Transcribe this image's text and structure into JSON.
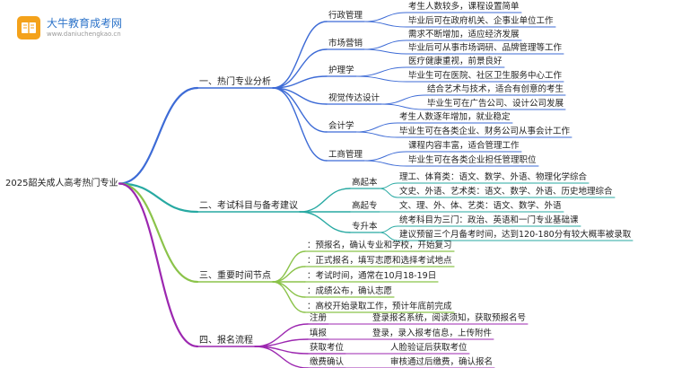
{
  "watermark": {
    "brand": "大牛教育成考网",
    "domain": "www.daniuchengkao.cn"
  },
  "colors": {
    "s1": "#3d6bd6",
    "s2": "#27a9a2",
    "s3": "#8bc34a",
    "s4": "#9c27b0"
  },
  "root": "2025韶关成人高考热门专业",
  "sections": [
    {
      "label": "一、热门专业分析",
      "children": [
        {
          "label": "行政管理",
          "leaves": [
            "考生人数较多，课程设置简单",
            "毕业后可在政府机关、企事业单位工作"
          ]
        },
        {
          "label": "市场营销",
          "leaves": [
            "需求不断增加，适应经济发展",
            "毕业后可从事市场调研、品牌管理等工作"
          ]
        },
        {
          "label": "护理学",
          "leaves": [
            "医疗健康重视，前景良好",
            "毕业生可在医院、社区卫生服务中心工作"
          ]
        },
        {
          "label": "视觉传达设计",
          "leaves": [
            "结合艺术与技术，适合有创意的考生",
            "毕业生可在广告公司、设计公司发展"
          ]
        },
        {
          "label": "会计学",
          "leaves": [
            "考生人数逐年增加，就业稳定",
            "毕业生可在各类企业、财务公司从事会计工作"
          ]
        },
        {
          "label": "工商管理",
          "leaves": [
            "课程内容丰富，适合管理工作",
            "毕业生可在各类企业担任管理职位"
          ]
        }
      ]
    },
    {
      "label": "二、考试科目与备考建议",
      "children": [
        {
          "label": "高起本",
          "leaves": [
            "理工、体育类：语文、数学、外语、物理化学综合",
            "文史、外语、艺术类：语文、数学、外语、历史地理综合"
          ]
        },
        {
          "label": "高起专",
          "leaves": [
            "文、理、外、体、艺类：语文、数学、外语"
          ]
        },
        {
          "label": "专升本",
          "leaves": [
            "统考科目为三门：政治、英语和一门专业基础课",
            "建议预留三个月备考时间，达到120-180分有较大概率被录取"
          ]
        }
      ]
    },
    {
      "label": "三、重要时间节点",
      "children": [
        {
          "label": "：预报名，确认专业和学校，开始复习"
        },
        {
          "label": "：正式报名，填写志愿和选择考试地点"
        },
        {
          "label": "：考试时间，通常在10月18-19日"
        },
        {
          "label": "：成绩公布，确认志愿"
        },
        {
          "label": "：高校开始录取工作，预计年底前完成"
        }
      ]
    },
    {
      "label": "四、报名流程",
      "children": [
        {
          "label": "注册",
          "leaves": [
            "登录报名系统，阅读须知，获取预报名号"
          ]
        },
        {
          "label": "填报",
          "leaves": [
            "登录，录入报考信息，上传附件"
          ]
        },
        {
          "label": "获取考位",
          "leaves": [
            "人脸验证后获取考位"
          ]
        },
        {
          "label": "缴费确认",
          "leaves": [
            "审核通过后缴费，确认报名"
          ]
        }
      ]
    }
  ]
}
